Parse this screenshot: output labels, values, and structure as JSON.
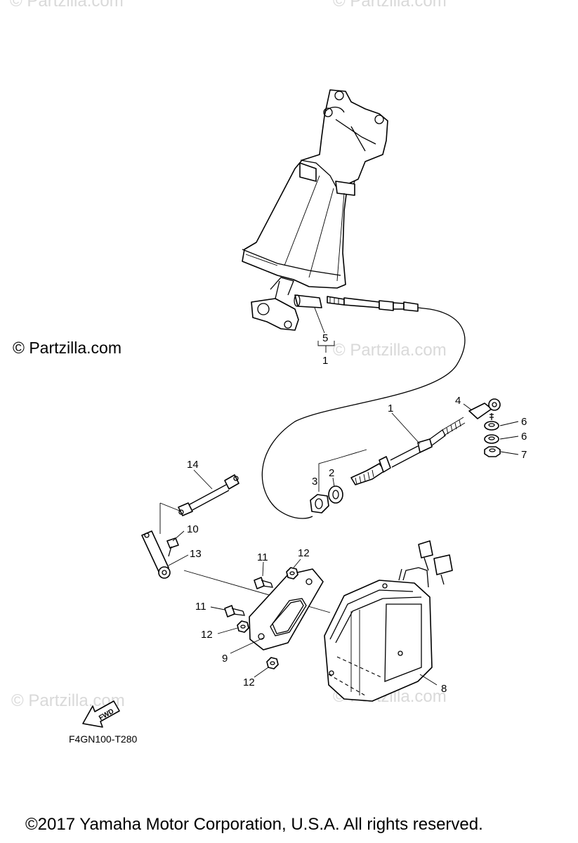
{
  "watermarks": [
    "© Partzilla.com",
    "© Partzilla.com",
    "© Partzilla.com",
    "© Partzilla.com",
    "© Partzilla.com",
    "© Partzilla.com"
  ],
  "brand": "© Partzilla.com",
  "diagram_code": "F4GN100-T280",
  "fwd_label": "FWD",
  "copyright": "©2017  Yamaha Motor Corporation, U.S.A. All rights reserved.",
  "callouts": {
    "c1_top": "1",
    "c5": "5",
    "c1_mid": "1",
    "c2": "2",
    "c3": "3",
    "c4": "4",
    "c6a": "6",
    "c6b": "6",
    "c7": "7",
    "c8": "8",
    "c9": "9",
    "c10": "10",
    "c11a": "11",
    "c11b": "11",
    "c12a": "12",
    "c12b": "12",
    "c12c": "12",
    "c13": "13",
    "c14": "14"
  }
}
